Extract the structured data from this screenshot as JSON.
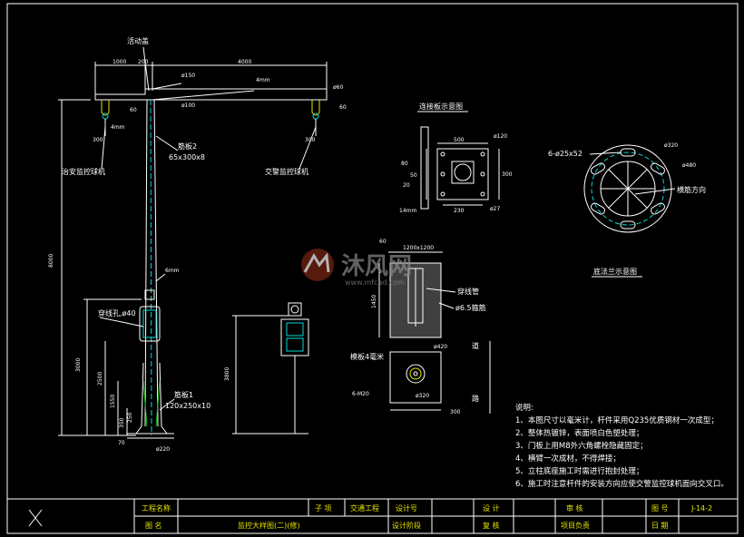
{
  "pole_view": {
    "top_label": "活动盖",
    "dims_top": [
      "1000",
      "200",
      "4000",
      "4mm",
      "ø150",
      "ø100",
      "ø60",
      "60",
      "60"
    ],
    "left_camera_label": "治安监控球机",
    "right_camera_label": "交警监控球机",
    "left_small_dims": [
      "300",
      "4mm"
    ],
    "right_small_dim": "300",
    "plate2_label": "筋板2",
    "plate2_size": "65x300x8",
    "height_total": "8000",
    "height_3000": "3000",
    "height_3800": "3800",
    "dim_2500": "2500",
    "dim_1550": "1550",
    "dim_350": "350",
    "dim_250": "250",
    "dim_70": "70",
    "thickness_6mm": "6mm",
    "wire_hole_label": "穿线孔,ø40",
    "plate1_label": "筋板1",
    "plate1_size": "120x250x10",
    "base_dia": "ø220"
  },
  "side_sign": {
    "height": "3800"
  },
  "connector_plate": {
    "title": "连接板示意图",
    "dims": [
      "500",
      "ø120",
      "80",
      "50",
      "300",
      "230",
      "ø27",
      "14mm",
      "20"
    ]
  },
  "flange": {
    "title": "底法兰示意图",
    "hole_label": "6-ø25x52",
    "dia_inner": "ø320",
    "dia_outer": "ø480",
    "rib_label": "横筋方向"
  },
  "foundation": {
    "dims_top": "1200x1200",
    "dim_60": "60",
    "depth": "1450",
    "conduit_label": "穿线管",
    "rebar_label": "ø6.5箍筋",
    "template_label": "模板4毫米",
    "dia_420": "ø420",
    "bolts": "6-M20",
    "dia_320": "ø320",
    "dim_300": "300",
    "road_label": [
      "道",
      "路"
    ]
  },
  "watermark": {
    "brand": "沐风网",
    "url": "www.mfcad.com"
  },
  "notes": {
    "heading": "说明:",
    "items": [
      "1、本图尺寸以毫米计，杆件采用Q235优质钢材一次成型；",
      "2、整体热镀锌，表面喷白色塑处理；",
      "3、门板上用M8外六角螺栓隐藏固定；",
      "4、横臂一次成材，不得焊接；",
      "5、立柱底座施工时需进行抱封处理；",
      "6、施工时注意杆件的安装方向应使交警监控球机面向交叉口。"
    ]
  },
  "title_block": {
    "project_name_label": "工程名称",
    "sub_item_label": "子 项",
    "sub_item_value": "交通工程",
    "design_no_label": "设计号",
    "design_label": "设 计",
    "review_label": "审 核",
    "drawing_no_label": "图 号",
    "drawing_no_value": "J-14-2",
    "drawing_name_label": "图 名",
    "drawing_name_value": "监控大样图(二)(修)",
    "design_stage_label": "设计阶段",
    "check_label": "复 核",
    "manager_label": "项目负责",
    "date_label": "日 期"
  },
  "colors": {
    "background": "#000000",
    "line": "#ffffff",
    "accent": "#e6e600",
    "cyan": "#00d8d8"
  }
}
